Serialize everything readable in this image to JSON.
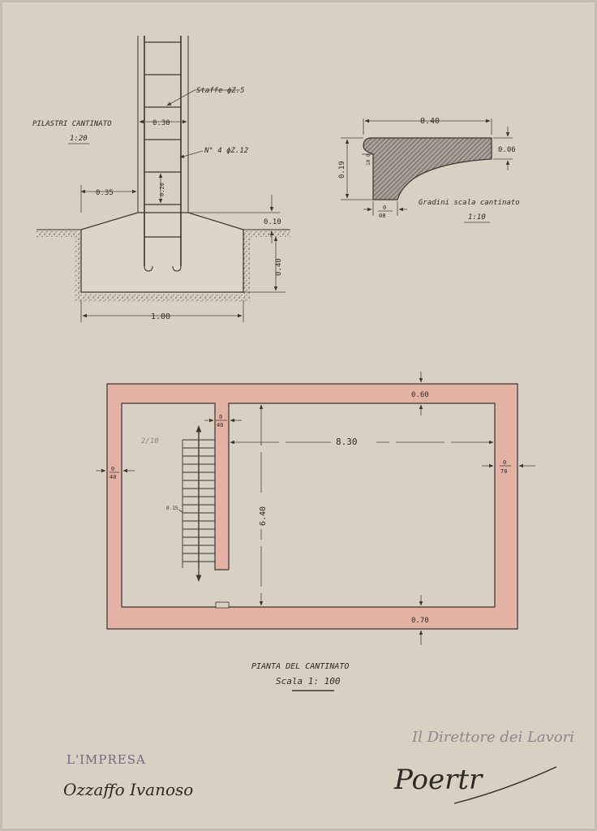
{
  "pillar": {
    "title": "PILASTRI CANTINATO",
    "scale": "1:20",
    "label_stirrups": "Staffe ϕZ.5",
    "label_bars": "N° 4 ϕZ.12",
    "dim_width": "0.30",
    "dim_offset": "0.35",
    "dim_spacing": "0.20",
    "dim_top": "0.10",
    "dim_depth": "0.40",
    "dim_base": "1.00"
  },
  "step": {
    "title": "Gradini scala cantinato",
    "scale": "1:10",
    "dim_length": "0.40",
    "dim_height": "0.19",
    "dim_thickness": "0.06",
    "dim_small_num": "0",
    "dim_small_den": "10",
    "dim_base_num": "0",
    "dim_base_den": "08"
  },
  "plan": {
    "title": "PIANTA DEL CANTINATO",
    "scale": "Scala 1: 100",
    "dim_length": "8.30",
    "dim_height": "6.40",
    "dim_top_wall": "0.60",
    "dim_bottom_wall": "0.70",
    "dim_left_wall_num": "0",
    "dim_left_wall_den": "40",
    "dim_inner_wall_num": "0",
    "dim_inner_wall_den": "40",
    "dim_right_wall_num": "0",
    "dim_right_wall_den": "70",
    "dim_stair_step": "0.15",
    "pencil_note": "2/10"
  },
  "footer": {
    "company_stamp": "L'IMPRESA",
    "company_signature": "Ozzaffo Ivanoso",
    "director_stamp": "Il Direttore dei Lavori",
    "director_signature": "Poertr"
  },
  "colors": {
    "paper": "#d8d0c2",
    "ink": "#2e2a26",
    "wall_fill": "#e3b2a2",
    "section_hatch": "#6e6964"
  }
}
